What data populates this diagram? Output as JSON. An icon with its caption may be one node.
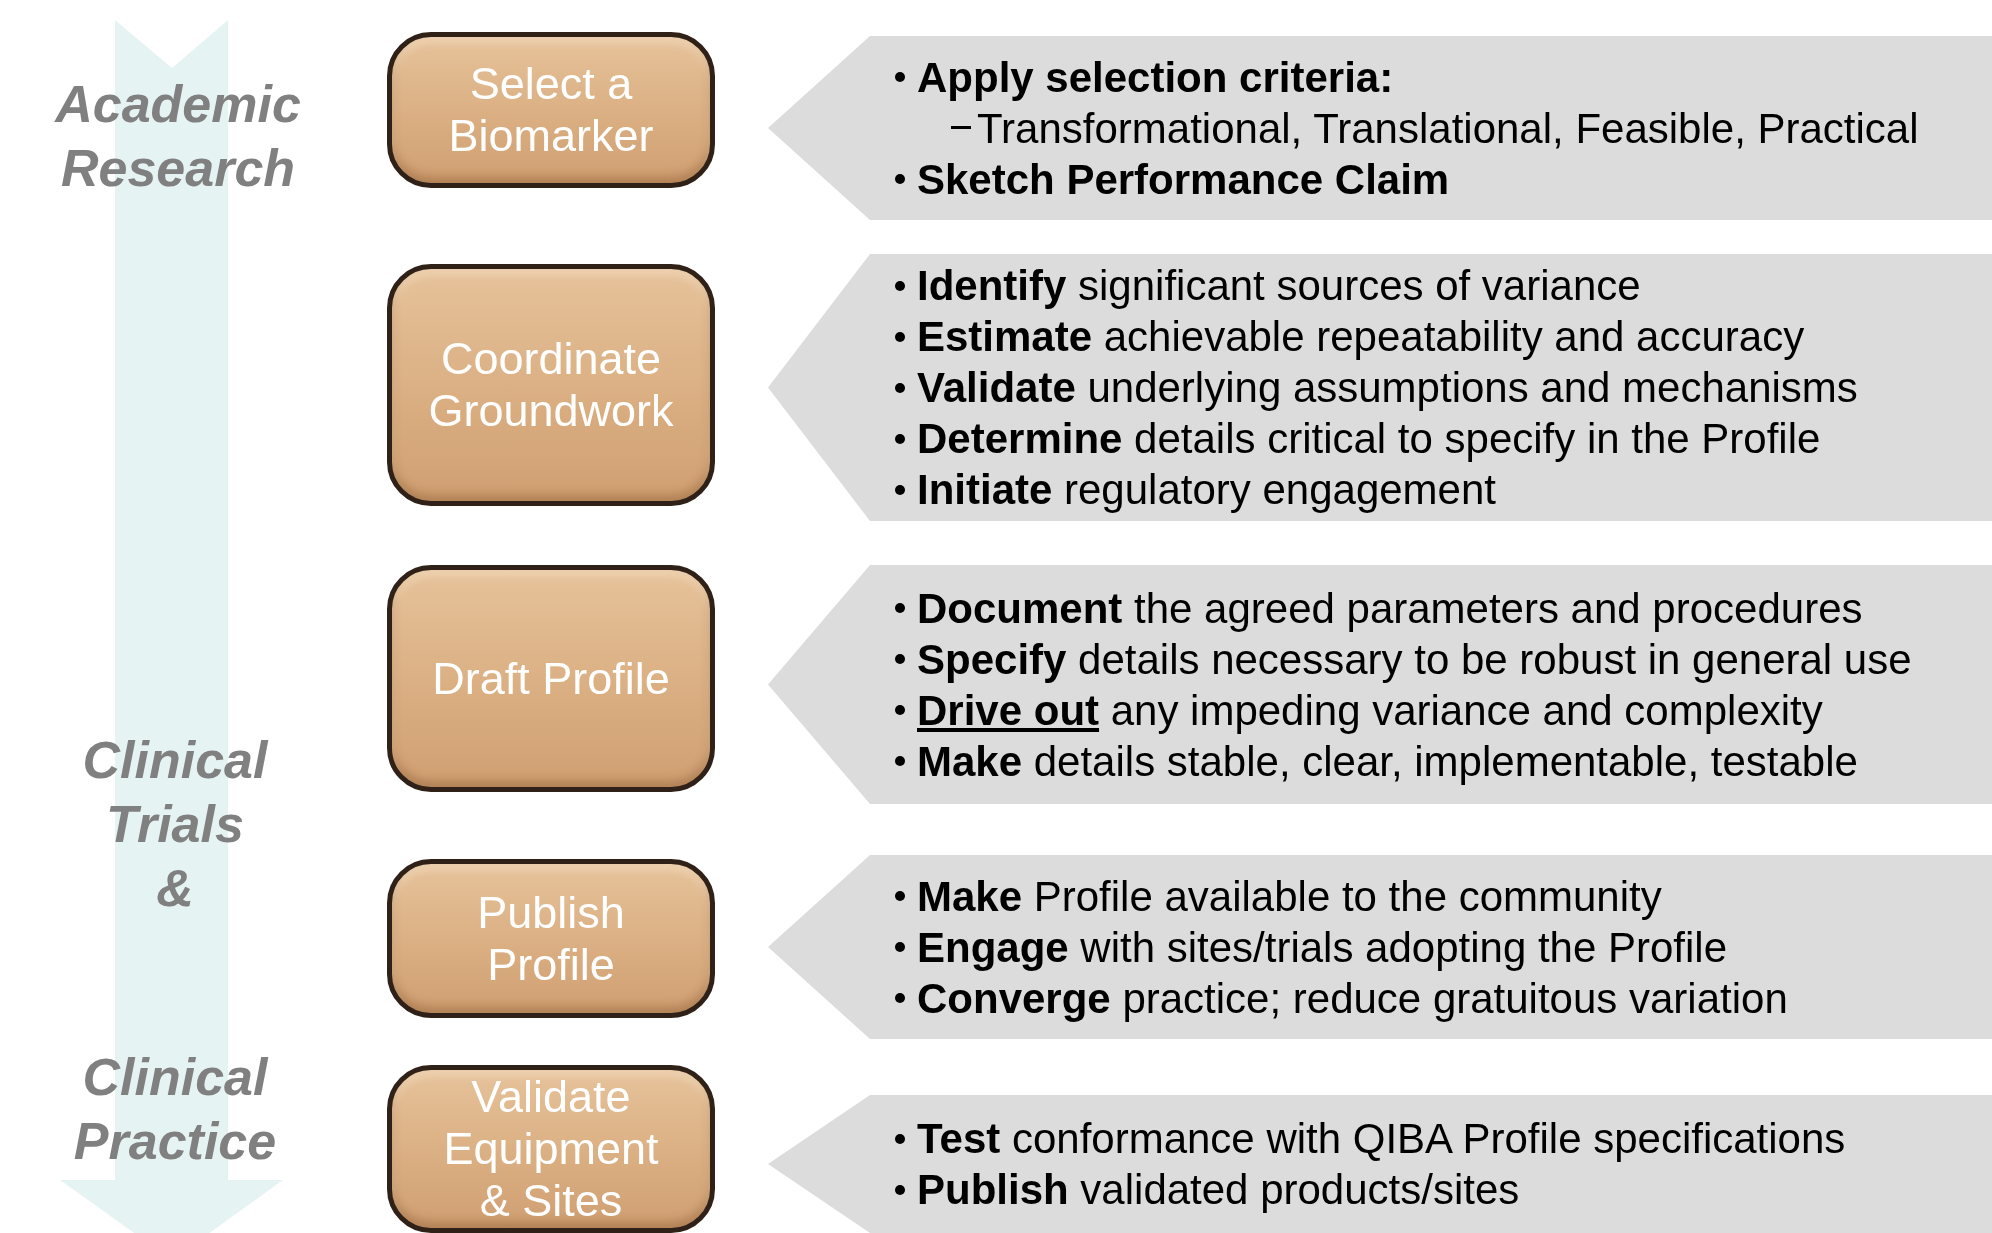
{
  "diagram": {
    "nodes": [
      {
        "text": [
          "Select a Biomarker"
        ]
      },
      {
        "text": [
          "Apply selection criteria:",
          "Transformational, Translational, Feasible, Practical",
          "Sketch Performance Claim"
        ]
      },
      {
        "text": [
          "Coordinate Groundwork"
        ]
      },
      {
        "text": [
          "**Identify** significant sources of variance",
          "**Estimate** achievable repeatability and accuracy",
          "**Validate** underlying assumptions and mechanisms",
          "**Determine** details critical to specify in the Profile",
          "**Initiate** regulatory engagement"
        ]
      },
      {
        "text": [
          "Draft Profile"
        ]
      },
      {
        "text": [
          "**Document** the agreed parameters and procedures",
          "**Specify** details necessary to be robust in general use",
          "**Drive out** any impeding variance and complexity",
          "**Make** details stable, clear, implementable, testable"
        ]
      },
      {
        "text": [
          "Publish Profile"
        ]
      },
      {
        "text": [
          "**Make** Profile available to the community",
          "**Engage** with sites/trials adopting the Profile",
          "**Converge** practice; reduce gratuitous variation"
        ]
      },
      {
        "text": [
          "Validate Equipment & Sites"
        ]
      },
      {
        "text": [
          "**Test** conformance with QIBA Profile specifications",
          "**Publish** validated products/sites"
        ]
      }
    ],
    "edges": [],
    "labels": [
      "Academic Research",
      "Clinical Trials &",
      "Clinical Practice"
    ]
  }
}
